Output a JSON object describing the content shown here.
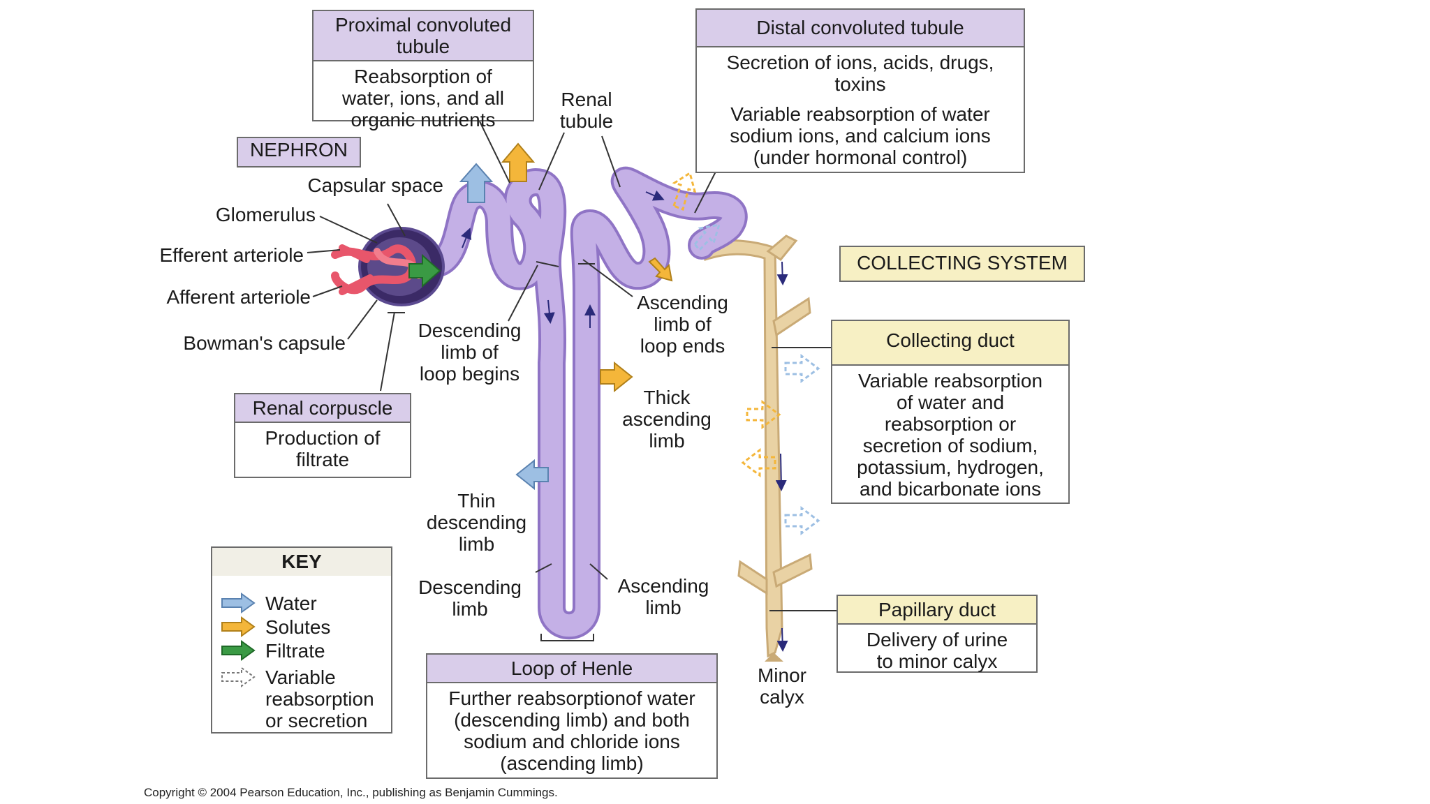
{
  "title": "NEPHRON",
  "collecting_system_title": "COLLECTING SYSTEM",
  "labels": {
    "renal_tubule": [
      "Renal",
      "tubule"
    ],
    "capsular_space": "Capsular space",
    "glomerulus": "Glomerulus",
    "efferent_arteriole": "Efferent arteriole",
    "afferent_arteriole": "Afferent arteriole",
    "bowmans_capsule": "Bowman's capsule",
    "descending_limb_begins": [
      "Descending",
      "limb of",
      "loop begins"
    ],
    "ascending_limb_ends": [
      "Ascending",
      "limb of",
      "loop ends"
    ],
    "thick_ascending_limb": [
      "Thick",
      "ascending",
      "limb"
    ],
    "thin_descending_limb": [
      "Thin",
      "descending",
      "limb"
    ],
    "descending_limb": [
      "Descending",
      "limb"
    ],
    "ascending_limb": [
      "Ascending",
      "limb"
    ],
    "minor_calyx": [
      "Minor",
      "calyx"
    ]
  },
  "boxes": {
    "pct": {
      "title": [
        "Proximal convoluted",
        "tubule"
      ],
      "body": [
        "Reabsorption of",
        "water, ions, and all",
        "organic nutrients"
      ]
    },
    "dct": {
      "title": [
        "Distal convoluted tubule"
      ],
      "body": [
        "Secretion of ions, acids, drugs,",
        "toxins",
        "Variable reabsorption of water",
        "sodium ions, and calcium ions",
        "(under hormonal control)"
      ]
    },
    "renal_corpuscle": {
      "title": [
        "Renal corpuscle"
      ],
      "body": [
        "Production of",
        "filtrate"
      ]
    },
    "collecting_duct": {
      "title": [
        "Collecting duct"
      ],
      "body": [
        "Variable reabsorption",
        "of water and",
        "reabsorption or",
        "secretion of sodium,",
        "potassium, hydrogen,",
        "and bicarbonate ions"
      ]
    },
    "papillary_duct": {
      "title": [
        "Papillary duct"
      ],
      "body": [
        "Delivery of urine",
        "to minor calyx"
      ]
    },
    "loop_of_henle": {
      "title": [
        "Loop of Henle"
      ],
      "body": [
        "Further reabsorptionof water",
        "(descending limb) and both",
        "sodium and chloride ions",
        "(ascending limb)"
      ]
    }
  },
  "key": {
    "title": "KEY",
    "items": [
      {
        "label": "Water",
        "color": "#9dbfe3"
      },
      {
        "label": "Solutes",
        "color": "#f4b63a"
      },
      {
        "label": "Filtrate",
        "color": "#3a9a44"
      },
      {
        "label": [
          "Variable",
          "reabsorption",
          "or secretion"
        ],
        "color": "#ffffff"
      }
    ]
  },
  "colors": {
    "tubule": "#b9a3df",
    "tubule_dark": "#8f74c5",
    "duct": "#e9d2a4",
    "duct_dark": "#c9aa76",
    "water": "#9dbfe3",
    "solute": "#f4b63a",
    "filtrate": "#3a9a44",
    "vessel": "#e8566b",
    "capsule": "#3b2a66"
  },
  "copyright": "Copyright © 2004 Pearson Education, Inc., publishing as Benjamin Cummings."
}
